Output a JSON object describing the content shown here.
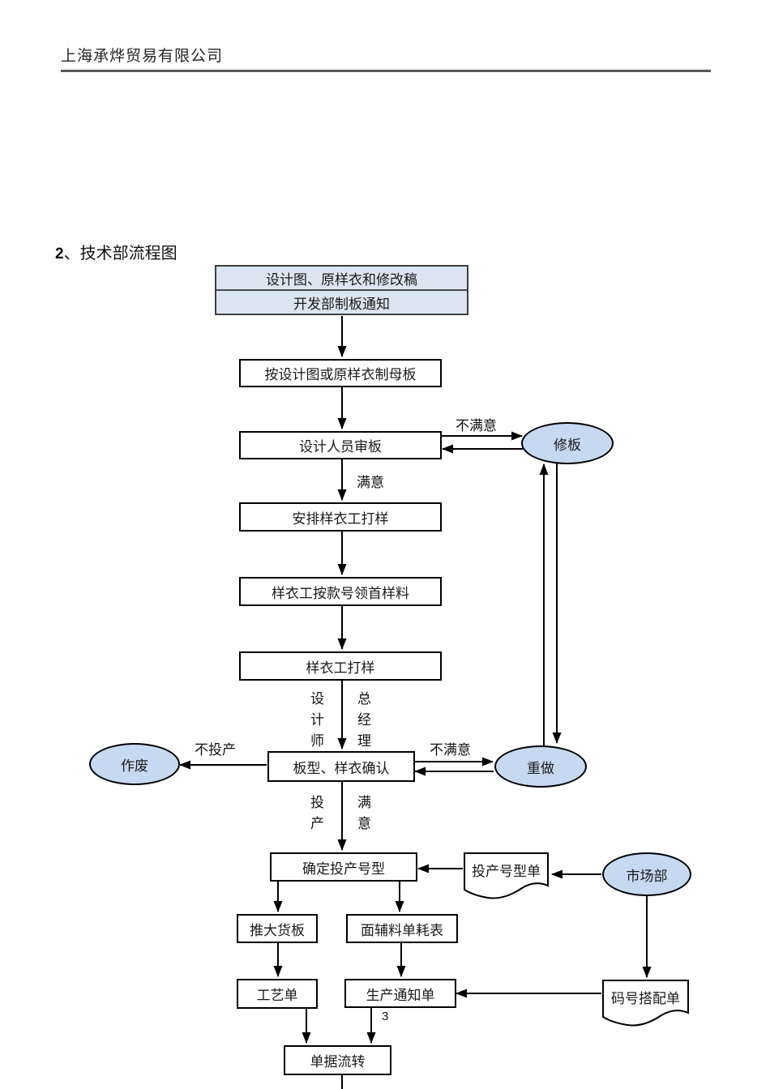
{
  "colors": {
    "table_fill": "#dbe5f1",
    "ellipse_fill": "#c6d9f1",
    "line": "#000000",
    "rule": "#595959"
  },
  "header": {
    "company": "上海承烨贸易有限公司"
  },
  "title": {
    "number": "2",
    "rest": "、技术部流程图"
  },
  "flowchart": {
    "start": {
      "row1": "设计图、原样衣和修改稿",
      "row2": "开发部制板通知"
    },
    "nodes": {
      "muban": "按设计图或原样衣制母板",
      "shenban": "设计人员审板",
      "anpai": "安排样衣工打样",
      "lingliao": "样衣工按款号领首样料",
      "dayang": "样衣工打样",
      "queren": "板型、样衣确认",
      "haoxing": "确定投产号型",
      "tuidahuoban": "推大货板",
      "mianfuliao": "面辅料单耗表",
      "gongyidan": "工艺单",
      "shengchan": "生产通知单",
      "danju": "单据流转"
    },
    "terminals": {
      "xiuban": "修板",
      "zuofei": "作废",
      "chongzuo": "重做",
      "shichangbu": "市场部"
    },
    "documents": {
      "touchan": "投产号型单",
      "mahao": "码号搭配单"
    },
    "labels": {
      "not_satisfied_top": "不满意",
      "satisfied_top": "满意",
      "designer": "设计师",
      "general_manager": "总经理",
      "not_to_production": "不投产",
      "not_satisfied_mid": "不满意",
      "to_production": "投产",
      "satisfied_mid": "满意"
    }
  },
  "footer": {
    "page_number": "3"
  }
}
